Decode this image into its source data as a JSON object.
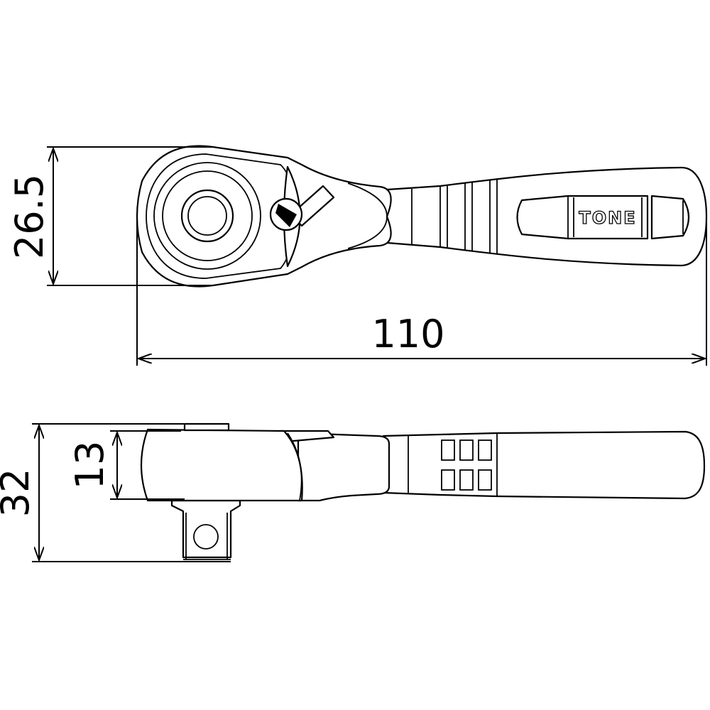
{
  "brand": "TONE",
  "dimensions": {
    "head_width": "26.5",
    "overall_length": "110",
    "head_thickness": "13",
    "overall_height": "32"
  }
}
